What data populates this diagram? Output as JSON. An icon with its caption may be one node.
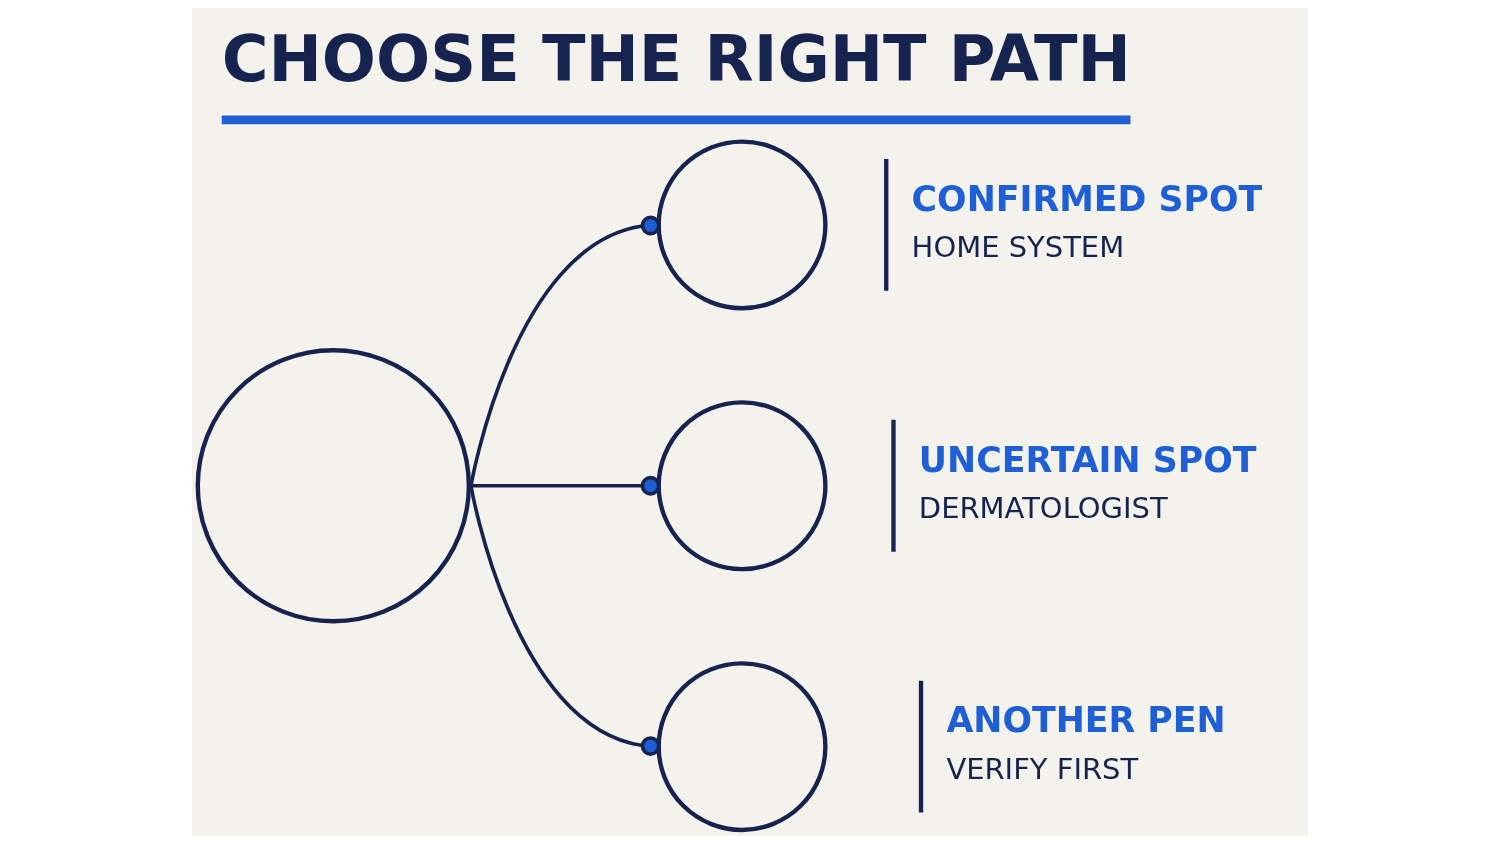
{
  "diagram": {
    "title": "CHOOSE THE RIGHT PATH",
    "nodes": [
      {
        "text": [],
        "shape": "circle"
      },
      {
        "text": [],
        "shape": "circle",
        "beside": [
          "CONFIRMED SPOT",
          "HOME SYSTEM"
        ]
      },
      {
        "text": [],
        "shape": "circle",
        "beside": [
          "UNCERTAIN SPOT",
          "DERMATOLOGIST"
        ]
      },
      {
        "text": [],
        "shape": "circle",
        "beside": [
          "ANOTHER PEN",
          "VERIFY FIRST"
        ]
      }
    ],
    "edges": [
      {
        "from": 0,
        "to": 1,
        "arrow": "other"
      },
      {
        "from": 0,
        "to": 2,
        "arrow": "other"
      },
      {
        "from": 0,
        "to": 3,
        "arrow": "other"
      }
    ]
  }
}
